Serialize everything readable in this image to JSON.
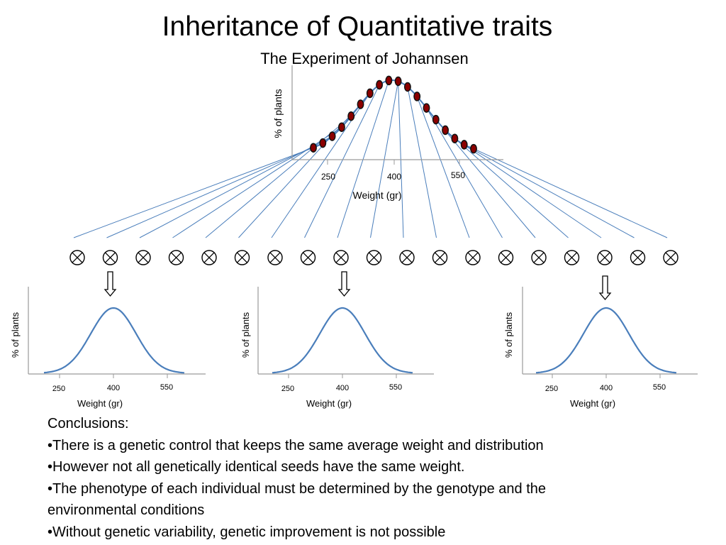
{
  "slide": {
    "title": "Inheritance of Quantitative traits",
    "subtitle": "The Experiment of Johannsen"
  },
  "top_chart": {
    "ylabel": "%  of plants",
    "xlabel": "Weight  (gr)",
    "ticks": [
      "250",
      "400",
      "550"
    ],
    "point_count": 18,
    "point_color": "#8b0000",
    "line_color": "#4a7ebb"
  },
  "crosses": {
    "count": 19,
    "symbol": "self-cross-icon"
  },
  "sub_charts": [
    {
      "ylabel": "%  of plants",
      "xlabel": "Weight  (gr)",
      "ticks": [
        "250",
        "400",
        "550"
      ]
    },
    {
      "ylabel": "%  of plants",
      "xlabel": "Weight  (gr)",
      "ticks": [
        "250",
        "400",
        "550"
      ]
    },
    {
      "ylabel": "%  of plants",
      "xlabel": "Weight  (gr)",
      "ticks": [
        "250",
        "400",
        "550"
      ]
    }
  ],
  "conclusions": {
    "heading": "Conclusions:",
    "bullets": [
      "•There is a genetic control that keeps the same average weight and distribution",
      "•However not all genetically identical seeds have the same weight.",
      "•The phenotype of each individual must be determined by the genotype and the",
      "environmental conditions",
      "•Without genetic variability, genetic improvement is not possible"
    ]
  }
}
